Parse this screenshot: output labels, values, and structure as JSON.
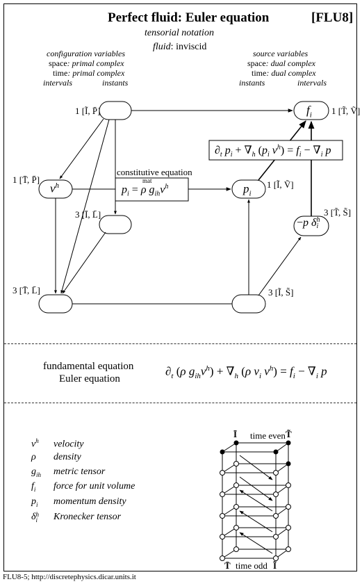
{
  "header": {
    "title": "Perfect fluid: Euler equation",
    "code": "[FLU8]",
    "subtitle": "tensorial notation",
    "fluid_label": "fluid",
    "fluid_value": "inviscid"
  },
  "left_header": {
    "line1": "configuration variables",
    "line2_a": "space",
    "line2_b": ": primal complex",
    "line3_a": "time",
    "line3_b": ": primal complex",
    "col1": "intervals",
    "col2": "instants"
  },
  "right_header": {
    "line1": "source variables",
    "line2_a": "space",
    "line2_b": ": dual complex",
    "line3_a": "time",
    "line3_b": ": dual complex",
    "col1": "instants",
    "col2": "intervals"
  },
  "nodes": {
    "top_left_tag": "1 [Ĩ, P̄]",
    "top_right_tag": "1 [T̃, Ṽ]",
    "v_tag": "1 [T̄, P̄]",
    "p_tag": "1 [Ĩ, Ṽ]",
    "mid_left_tag": "3 [Ī, L̄]",
    "delta_tag": "3 [T̃, S̃]",
    "bottom_left_tag": "3 [T̄, L̄]",
    "bottom_right_tag": "3 [Ĩ, S̃]"
  },
  "labels": {
    "constitutive": "constitutive equation",
    "mat": "mat"
  },
  "fundamental": {
    "line1": "fundamental equation",
    "line2": "Euler equation"
  },
  "legend": [
    {
      "symbol": "v",
      "sup": "h",
      "sub": "",
      "desc": "velocity"
    },
    {
      "symbol": "ρ",
      "sup": "",
      "sub": "",
      "desc": "density"
    },
    {
      "symbol": "g",
      "sup": "",
      "sub": "ih",
      "desc": "metric tensor"
    },
    {
      "symbol": "f",
      "sup": "",
      "sub": "i",
      "desc": "force for unit volume"
    },
    {
      "symbol": "p",
      "sup": "",
      "sub": "i",
      "desc": "momentum density"
    },
    {
      "symbol": "δ",
      "sup": "h",
      "sub": "i",
      "desc": "Kronecker tensor"
    }
  ],
  "mini": {
    "top_label": "time even",
    "bottom_label": "time odd",
    "top_left": "Ī",
    "top_right": "T̃",
    "bottom_left": "T̄",
    "bottom_right": "Ĩ"
  },
  "footer": "FLU8-5; http://discretephysics.dicar.units.it"
}
